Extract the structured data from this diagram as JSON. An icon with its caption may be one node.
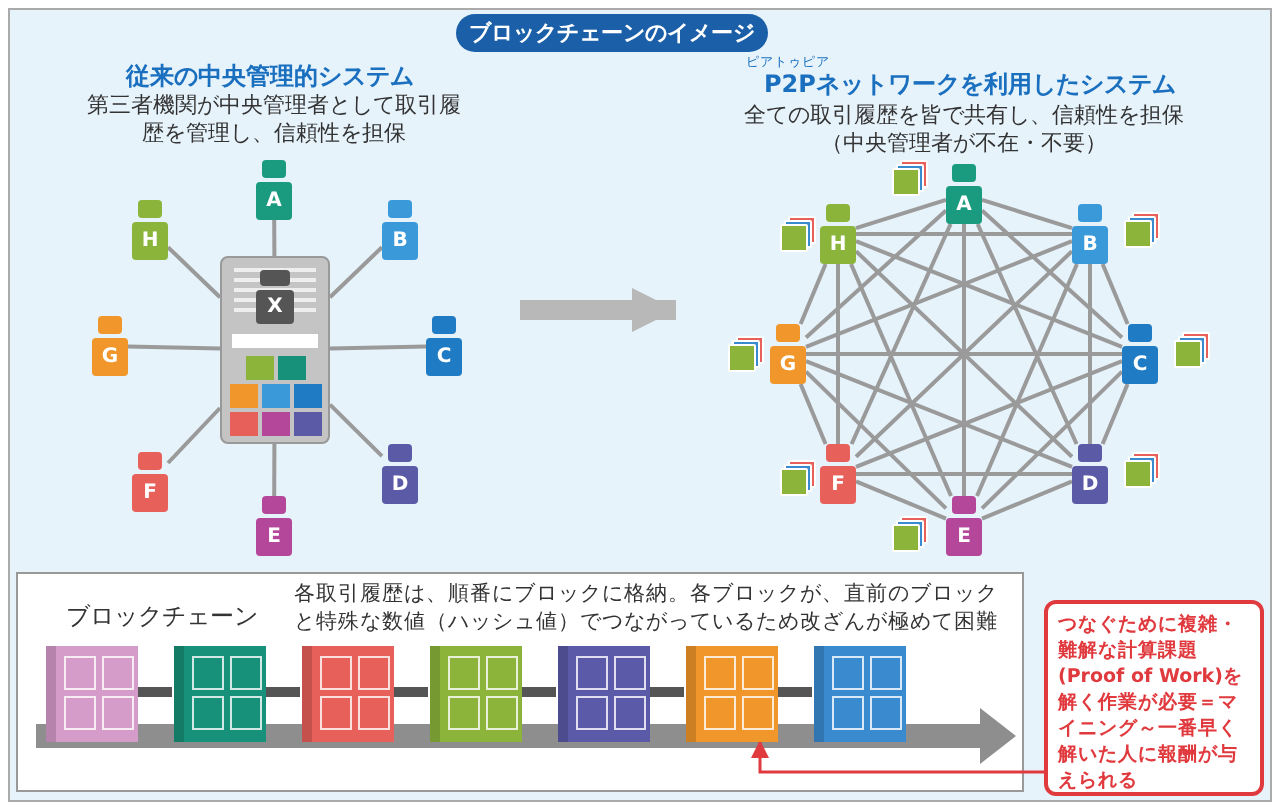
{
  "diagram": {
    "title": "ブロックチェーンのイメージ",
    "nodes": [
      {
        "text": [
          "従来の中央管理的システム",
          "第三者機関が中央管理者として取引履歴を管理し、信頼性を担保"
        ]
      },
      {
        "text": [
          "X"
        ],
        "in": 0
      },
      {
        "text": [
          "A"
        ],
        "in": 0
      },
      {
        "text": [
          "B"
        ],
        "in": 0
      },
      {
        "text": [
          "C"
        ],
        "in": 0
      },
      {
        "text": [
          "D"
        ],
        "in": 0
      },
      {
        "text": [
          "E"
        ],
        "in": 0
      },
      {
        "text": [
          "F"
        ],
        "in": 0
      },
      {
        "text": [
          "G"
        ],
        "in": 0
      },
      {
        "text": [
          "H"
        ],
        "in": 0
      },
      {
        "text": [
          "ピアトゥピア",
          "P2Pネットワークを利用したシステム",
          "全ての取引履歴を皆で共有し、信頼性を担保（中央管理者が不在・不要）"
        ]
      },
      {
        "text": [
          "A"
        ],
        "in": 10
      },
      {
        "text": [
          "B"
        ],
        "in": 10
      },
      {
        "text": [
          "C"
        ],
        "in": 10
      },
      {
        "text": [
          "D"
        ],
        "in": 10
      },
      {
        "text": [
          "E"
        ],
        "in": 10
      },
      {
        "text": [
          "F"
        ],
        "in": 10
      },
      {
        "text": [
          "G"
        ],
        "in": 10
      },
      {
        "text": [
          "H"
        ],
        "in": 10
      },
      {
        "text": [
          "ブロックチェーン",
          "各取引履歴は、順番にブロックに格納。各ブロックが、直前のブロックと特殊な数値（ハッシュ値）でつながっているため改ざんが極めて困難"
        ]
      },
      {
        "text": [],
        "shape": "box",
        "in": 19
      },
      {
        "text": [],
        "shape": "box",
        "in": 19
      },
      {
        "text": [],
        "shape": "box",
        "in": 19
      },
      {
        "text": [],
        "shape": "box",
        "in": 19
      },
      {
        "text": [],
        "shape": "box",
        "in": 19
      },
      {
        "text": [],
        "shape": "box",
        "in": 19
      },
      {
        "text": [],
        "shape": "box",
        "in": 19
      },
      {
        "text": [
          "つなぐために複雑・難解な計算課題(Proof of Work)を解く作業が必要＝マイニング～一番早く解いた人に報酬が与えられる"
        ]
      }
    ],
    "edges": [
      {
        "from": 1,
        "to": 2,
        "arrow": "none"
      },
      {
        "from": 1,
        "to": 3,
        "arrow": "none"
      },
      {
        "from": 1,
        "to": 4,
        "arrow": "none"
      },
      {
        "from": 1,
        "to": 5,
        "arrow": "none"
      },
      {
        "from": 1,
        "to": 6,
        "arrow": "none"
      },
      {
        "from": 1,
        "to": 7,
        "arrow": "none"
      },
      {
        "from": 1,
        "to": 8,
        "arrow": "none"
      },
      {
        "from": 1,
        "to": 9,
        "arrow": "none"
      },
      {
        "from": 0,
        "to": 10,
        "arrow": "to",
        "style": "thick"
      },
      {
        "from": 11,
        "to": 12,
        "arrow": "none"
      },
      {
        "from": 11,
        "to": 13,
        "arrow": "none"
      },
      {
        "from": 11,
        "to": 14,
        "arrow": "none"
      },
      {
        "from": 11,
        "to": 15,
        "arrow": "none"
      },
      {
        "from": 11,
        "to": 16,
        "arrow": "none"
      },
      {
        "from": 11,
        "to": 17,
        "arrow": "none"
      },
      {
        "from": 11,
        "to": 18,
        "arrow": "none"
      },
      {
        "from": 12,
        "to": 13,
        "arrow": "none"
      },
      {
        "from": 12,
        "to": 14,
        "arrow": "none"
      },
      {
        "from": 12,
        "to": 15,
        "arrow": "none"
      },
      {
        "from": 12,
        "to": 16,
        "arrow": "none"
      },
      {
        "from": 12,
        "to": 17,
        "arrow": "none"
      },
      {
        "from": 12,
        "to": 18,
        "arrow": "none"
      },
      {
        "from": 13,
        "to": 14,
        "arrow": "none"
      },
      {
        "from": 13,
        "to": 15,
        "arrow": "none"
      },
      {
        "from": 13,
        "to": 16,
        "arrow": "none"
      },
      {
        "from": 13,
        "to": 17,
        "arrow": "none"
      },
      {
        "from": 13,
        "to": 18,
        "arrow": "none"
      },
      {
        "from": 14,
        "to": 15,
        "arrow": "none"
      },
      {
        "from": 14,
        "to": 16,
        "arrow": "none"
      },
      {
        "from": 14,
        "to": 17,
        "arrow": "none"
      },
      {
        "from": 14,
        "to": 18,
        "arrow": "none"
      },
      {
        "from": 15,
        "to": 16,
        "arrow": "none"
      },
      {
        "from": 15,
        "to": 17,
        "arrow": "none"
      },
      {
        "from": 15,
        "to": 18,
        "arrow": "none"
      },
      {
        "from": 16,
        "to": 17,
        "arrow": "none"
      },
      {
        "from": 16,
        "to": 18,
        "arrow": "none"
      },
      {
        "from": 17,
        "to": 18,
        "arrow": "none"
      },
      {
        "from": 20,
        "to": 21,
        "arrow": "none",
        "style": "thick"
      },
      {
        "from": 21,
        "to": 22,
        "arrow": "none",
        "style": "thick"
      },
      {
        "from": 22,
        "to": 23,
        "arrow": "none",
        "style": "thick"
      },
      {
        "from": 23,
        "to": 24,
        "arrow": "none",
        "style": "thick"
      },
      {
        "from": 24,
        "to": 25,
        "arrow": "none",
        "style": "thick"
      },
      {
        "from": 25,
        "to": 26,
        "arrow": "none",
        "style": "thick"
      },
      {
        "from": 27,
        "to": 25,
        "arrow": "to",
        "color": "#e03a3e"
      }
    ]
  }
}
